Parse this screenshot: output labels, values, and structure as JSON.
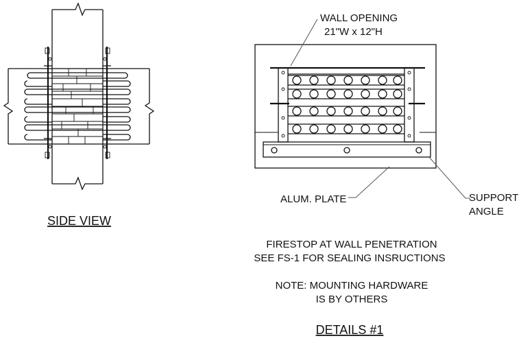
{
  "labels": {
    "wall_opening_line1": "WALL OPENING",
    "wall_opening_line2": "21\"W x 12\"H",
    "alum_plate": "ALUM. PLATE",
    "support_angle_line1": "SUPPORT",
    "support_angle_line2": "ANGLE",
    "side_view": "SIDE  VIEW",
    "note1_line1": "FIRESTOP AT WALL PENETRATION",
    "note1_line2": "SEE FS-1 FOR SEALING INSRUCTIONS",
    "note2_line1": "NOTE: MOUNTING HARDWARE",
    "note2_line2": "IS BY OTHERS",
    "details_title": "DETAILS #1"
  },
  "colors": {
    "ink": "#111111",
    "leader": "#555555",
    "background": "#ffffff"
  }
}
